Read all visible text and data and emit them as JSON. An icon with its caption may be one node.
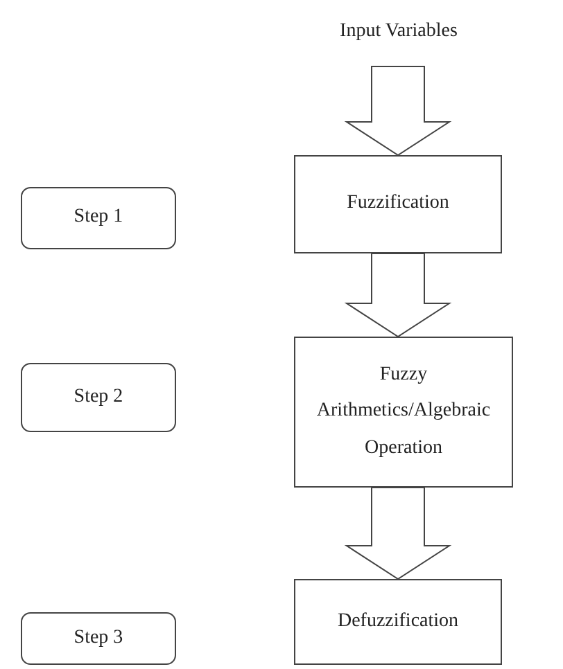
{
  "diagram": {
    "nodes": [
      {
        "text": [
          "Input Variables"
        ]
      },
      {
        "text": [
          "Fuzzification"
        ]
      },
      {
        "text": [
          "Fuzzy Arithmetics/Algebraic Operation"
        ]
      },
      {
        "text": [
          "Defuzzification"
        ]
      },
      {
        "text": [
          "Step 1"
        ]
      },
      {
        "text": [
          "Step 2"
        ]
      },
      {
        "text": [
          "Step 3"
        ]
      }
    ],
    "edges": [
      {
        "from": 0,
        "to": 1,
        "arrow": "to"
      },
      {
        "from": 1,
        "to": 2,
        "arrow": "to"
      },
      {
        "from": 2,
        "to": 3,
        "arrow": "to"
      }
    ]
  }
}
